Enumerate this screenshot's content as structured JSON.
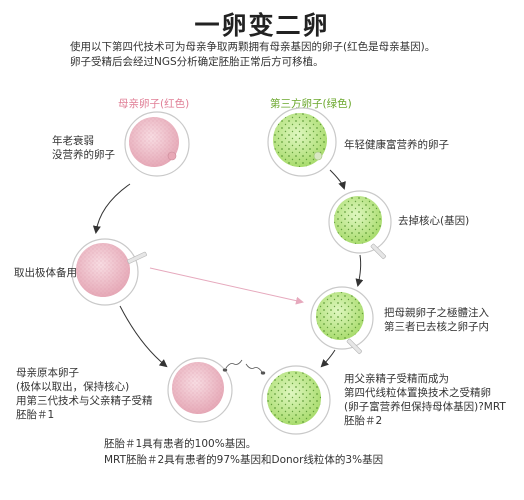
{
  "title": "一卵变二卵",
  "intro": [
    "使用以下第四代技术可为母亲争取两颗拥有母亲基因的卵子(红色是母亲基因)。",
    "卵子受精后会经过NGS分析确定胚胎正常后方可移植。"
  ],
  "columns": {
    "mother": "母亲卵子(红色)",
    "third_party": "第三方卵子(绿色)"
  },
  "left_steps": [
    [
      "年老衰弱",
      "没营养的卵子"
    ],
    [
      "取出极体备用"
    ],
    [
      "母亲原本卵子",
      "(极体以取出，保持核心)",
      "用第三代技术与父亲精子受精",
      "胚胎＃1"
    ]
  ],
  "right_steps": [
    [
      "年轻健康富营养的卵子"
    ],
    [
      "去掉核心(基因)"
    ],
    [
      "把母親卵子之極體注入",
      "第三者已去核之卵子内"
    ],
    [
      "用父亲精子受精而成为",
      "第四代线粒体置换技术之受精卵",
      "(卵子富营养但保持母体基因)?MRT",
      "胚胎＃2"
    ]
  ],
  "footnotes": [
    "胚胎＃1具有患者的100%基因。",
    "MRT胚胎＃2具有患者的97%基因和Donor线粒体的3%基因"
  ],
  "colors": {
    "mother_egg": "#f2c6cf",
    "third_party_egg": "#c6ec9a",
    "mother_label": "#e07f96",
    "third_party_label": "#6aa72b",
    "arrow": "#333333",
    "transfer_arrow": "#e6a9bd"
  }
}
